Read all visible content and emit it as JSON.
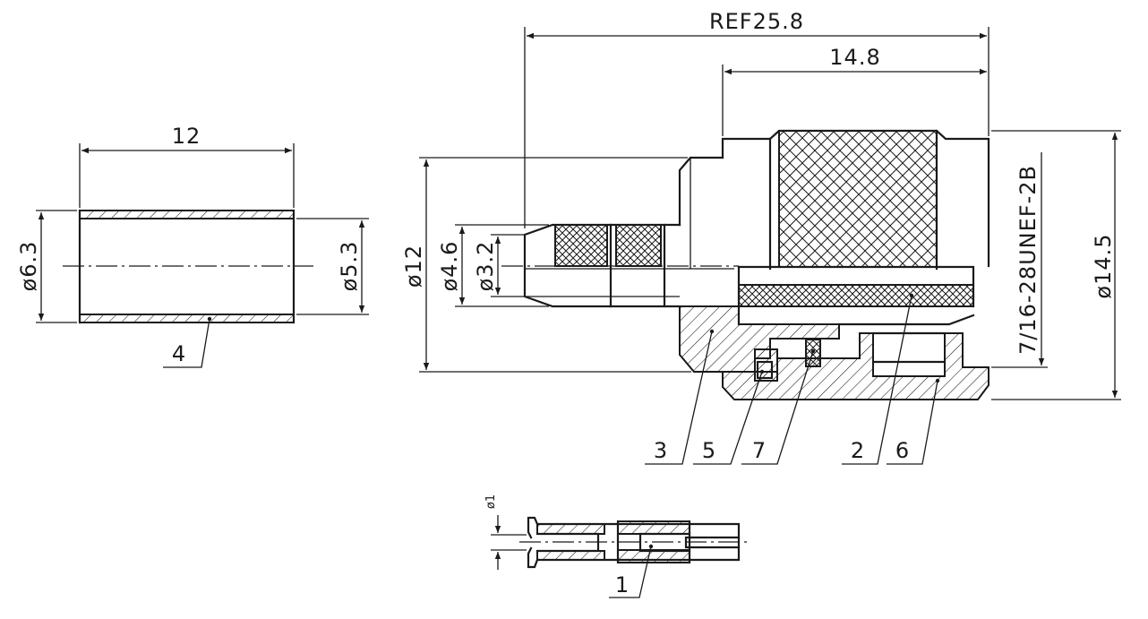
{
  "dimensions": {
    "ref_length": "REF25.8",
    "length_14_8": "14.8",
    "thread": "7/16-28UNEF-2B",
    "dia_14_5": "ø14.5",
    "dia_12": "ø12",
    "dia_4_6": "ø4.6",
    "dia_3_2": "ø3.2",
    "ferrule_length": "12",
    "ferrule_od": "ø6.3",
    "ferrule_id": "ø5.3",
    "pin_dia": "ø1"
  },
  "part_callouts": {
    "p1": "1",
    "p2": "2",
    "p3": "3",
    "p4": "4",
    "p5": "5",
    "p6": "6",
    "p7": "7"
  }
}
